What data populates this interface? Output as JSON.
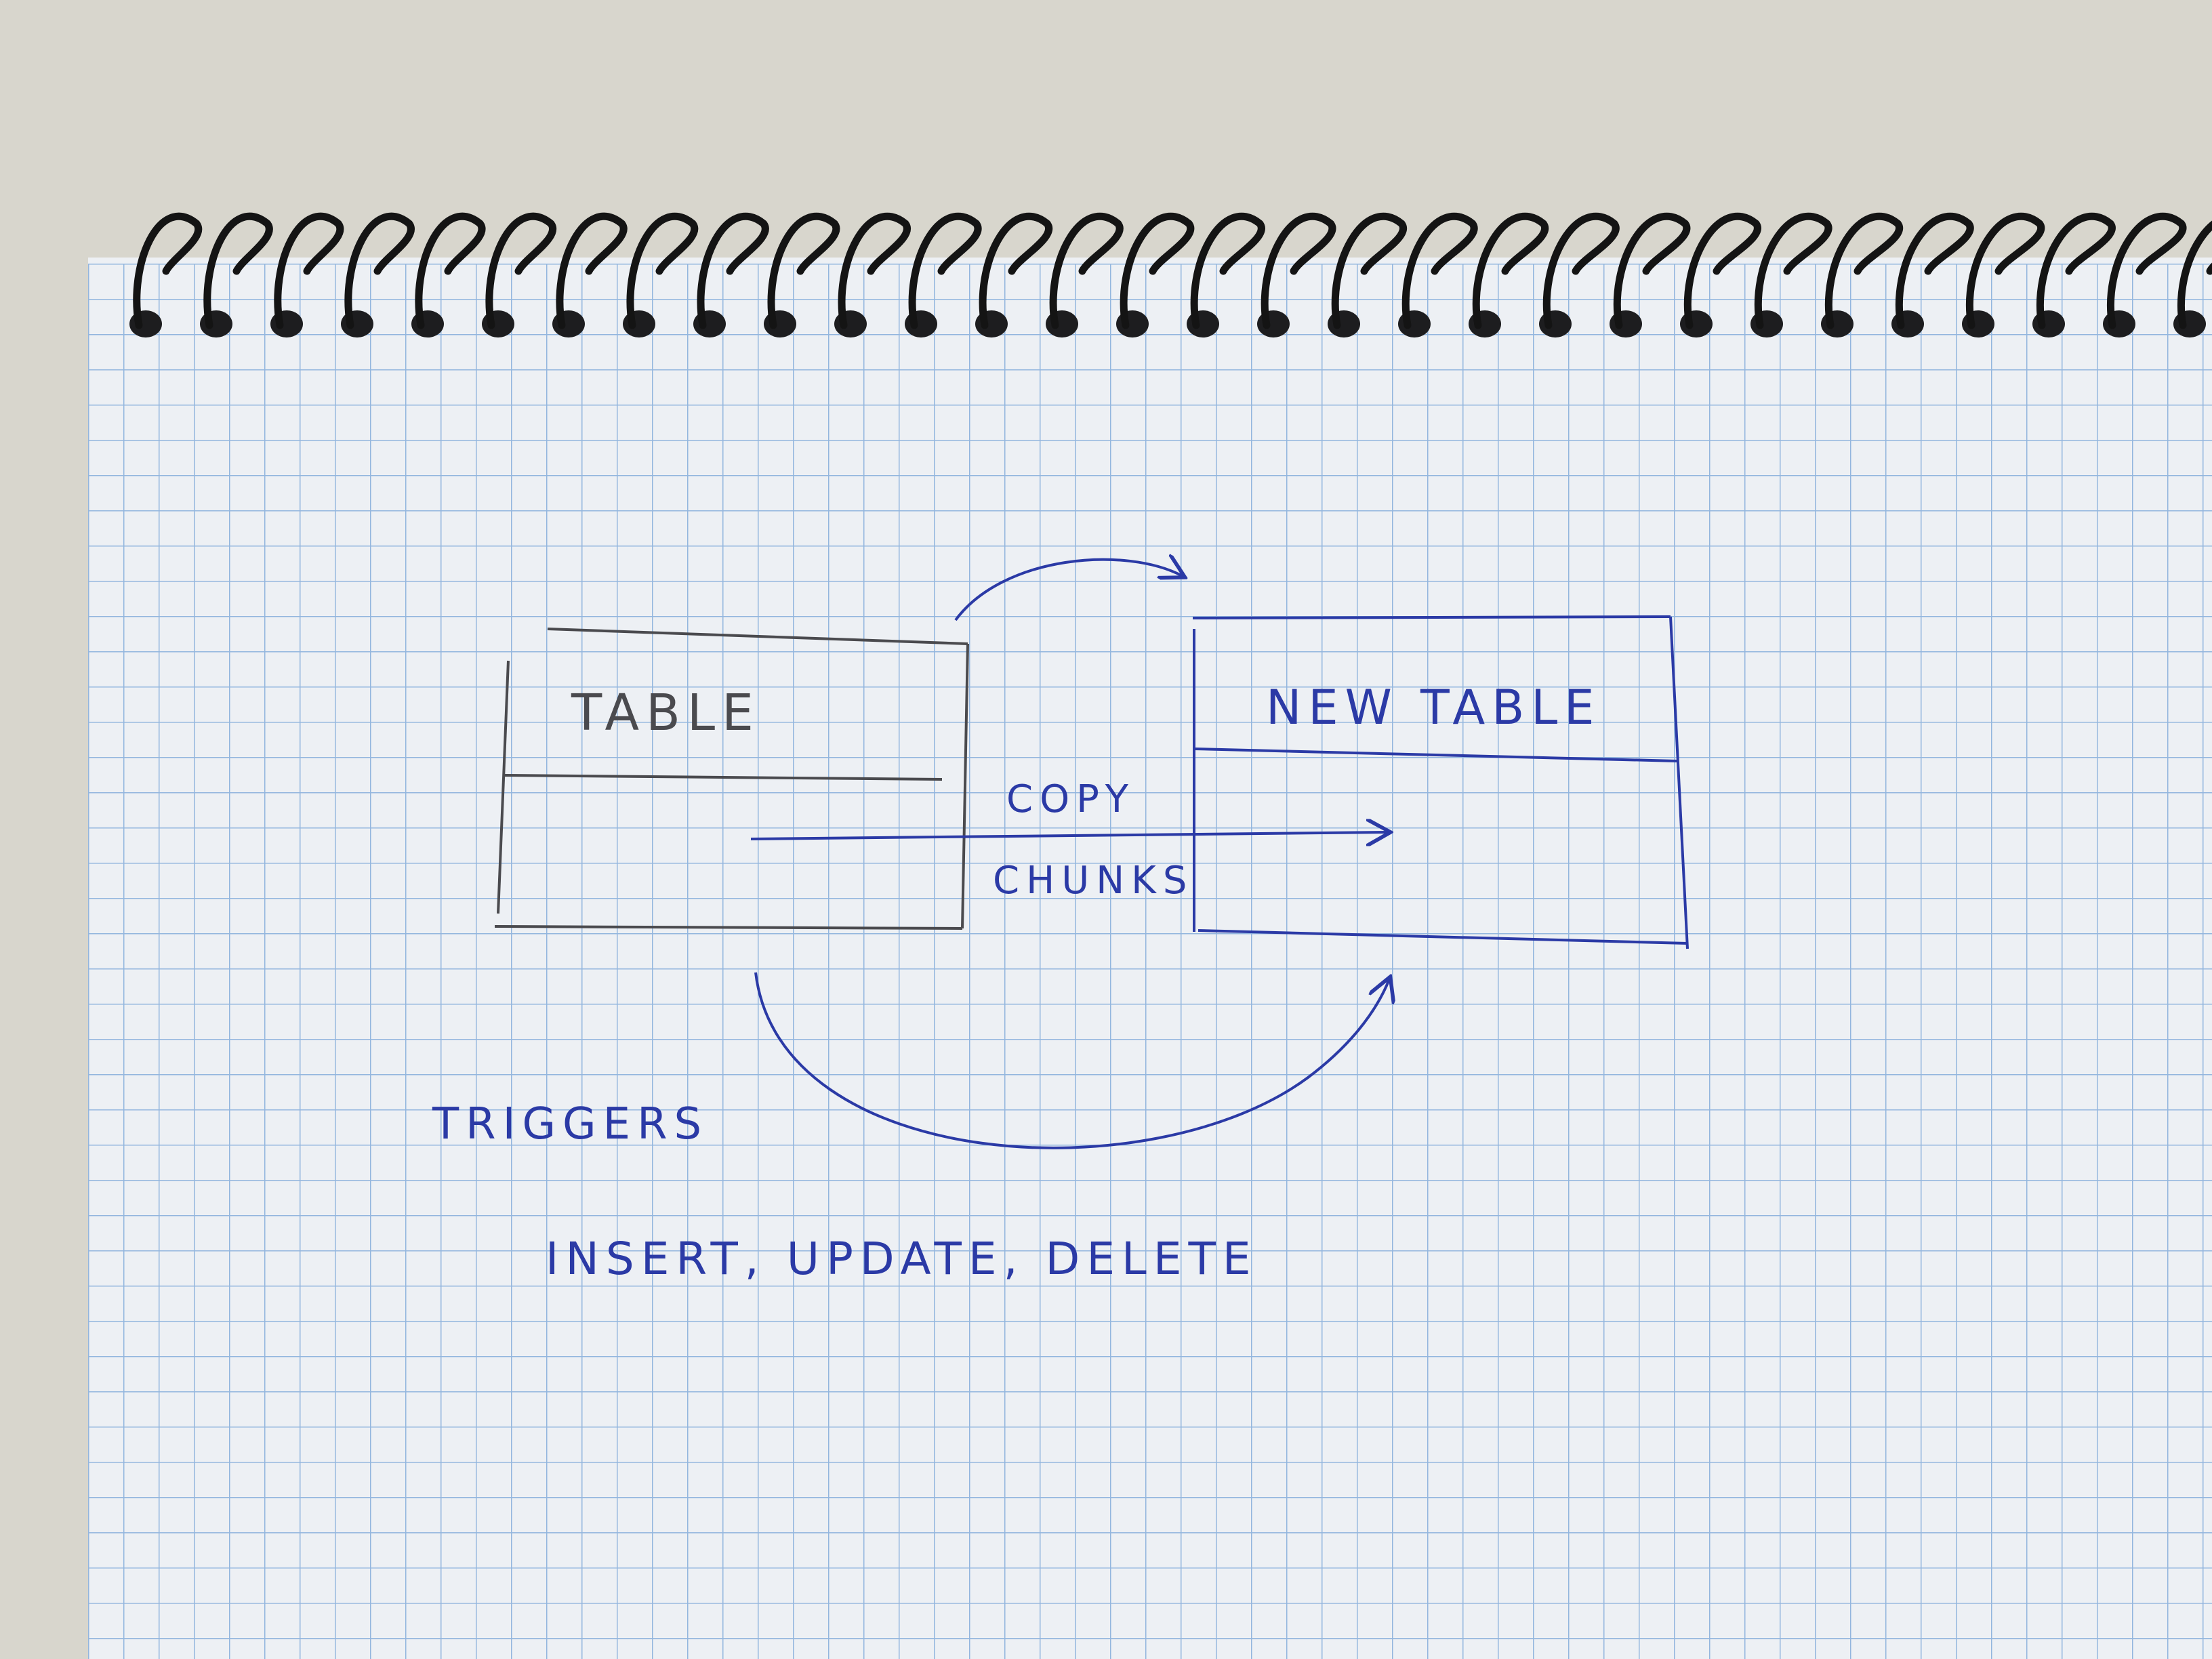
{
  "colors": {
    "desk": "#d8d6cd",
    "paper": "#edf0f4",
    "grid_line": "#93b6de",
    "pencil": "#4a4a4e",
    "ink": "#2b3aa6",
    "spiral": "#141414"
  },
  "diagram": {
    "table_label": "TABLE",
    "new_table_label": "NEW TABLE",
    "copy_label": "COPY",
    "chunks_label": "CHUNKS",
    "triggers_label": "TRIGGERS",
    "operations_label": "INSERT, UPDATE, DELETE"
  }
}
